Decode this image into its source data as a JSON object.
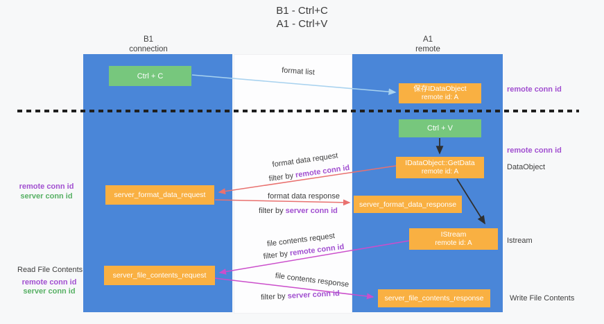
{
  "title": {
    "line1": "B1 - Ctrl+C",
    "line2": "A1 - Ctrl+V"
  },
  "columns": {
    "left": {
      "name": "B1",
      "role": "connection"
    },
    "right": {
      "name": "A1",
      "role": "remote"
    }
  },
  "boxes": {
    "ctrl_c": "Ctrl + C",
    "ctrl_v": "Ctrl + V",
    "save_idataobject": {
      "line1": "保存IDataObject",
      "line2": "remote id: A"
    },
    "getdata": {
      "line1": "IDataObject::GetData",
      "line2": "remote id: A"
    },
    "istream_box": {
      "line1": "IStream",
      "line2": "remote id: A"
    },
    "server_format_data_request": "server_format_data_request",
    "server_format_data_response": "server_format_data_response",
    "server_file_contents_request": "server_file_contents_request",
    "server_file_contents_response": "server_file_contents_response"
  },
  "flow_labels": {
    "format_list": "format list",
    "format_data_request": "format data request",
    "format_data_response": "format data response",
    "file_contents_request": "file contents request",
    "file_contents_response": "file contents response",
    "filter_by": "filter by",
    "remote_conn_id": "remote conn id",
    "server_conn_id": "server conn id"
  },
  "side_labels": {
    "remote_conn_id": "remote conn id",
    "server_conn_id": "server conn id",
    "dataobject": "DataObject",
    "istream": "Istream",
    "read_file_contents": "Read File Contents",
    "write_file_contents": "Write File Contents"
  },
  "colors": {
    "lane_blue": "#4a86d8",
    "box_orange": "#f9b042",
    "box_green": "#77c77d",
    "purple_text": "#a14fd0",
    "green_text": "#57b064",
    "arrow_light_blue": "#a8d2ef",
    "arrow_salmon": "#e9716f",
    "arrow_magenta": "#cb4ecb",
    "arrow_black": "#2f2f2f",
    "dashed_divider": "#1f1f1f",
    "background": "#f7f8f9"
  }
}
